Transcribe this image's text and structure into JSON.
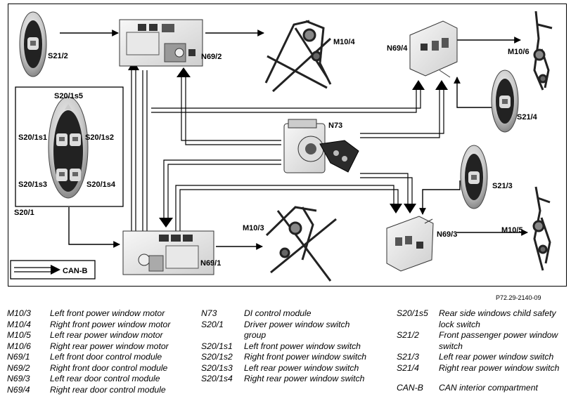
{
  "labels": {
    "s21_2": "S21/2",
    "n69_2": "N69/2",
    "m10_4": "M10/4",
    "n69_4": "N69/4",
    "m10_6": "M10/6",
    "s21_4": "S21/4",
    "s20_1s5": "S20/1s5",
    "s20_1s1": "S20/1s1",
    "s20_1s2": "S20/1s2",
    "s20_1s3": "S20/1s3",
    "s20_1s4": "S20/1s4",
    "s20_1": "S20/1",
    "n73": "N73",
    "s21_3": "S21/3",
    "m10_3": "M10/3",
    "n69_3": "N69/3",
    "m10_5": "M10/5",
    "n69_1": "N69/1",
    "can_b": "CAN-B"
  },
  "reference": "P72.29-2140-09",
  "legend": {
    "col1": [
      {
        "code": "M10/3",
        "desc": "Left front power window motor"
      },
      {
        "code": "M10/4",
        "desc": "Right front power window motor"
      },
      {
        "code": "M10/5",
        "desc": "Left rear power window motor"
      },
      {
        "code": "M10/6",
        "desc": "Right rear power window motor"
      },
      {
        "code": "N69/1",
        "desc": "Left front door control module"
      },
      {
        "code": "N69/2",
        "desc": "Right front door control module"
      },
      {
        "code": "N69/3",
        "desc": "Left rear door control module"
      },
      {
        "code": "N69/4",
        "desc": "Right rear door control module"
      }
    ],
    "col2": [
      {
        "code": "N73",
        "desc": "DI control module",
        "desc2": ""
      },
      {
        "code": "S20/1",
        "desc": "Driver power window switch",
        "desc2": "group"
      },
      {
        "code": "S20/1s1",
        "desc": "Left front power window switch",
        "desc2": ""
      },
      {
        "code": "S20/1s2",
        "desc": "Right front power window switch",
        "desc2": ""
      },
      {
        "code": "S20/1s3",
        "desc": "Left rear power window switch",
        "desc2": ""
      },
      {
        "code": "S20/1s4",
        "desc": "Right rear power window switch",
        "desc2": ""
      }
    ],
    "col3": [
      {
        "code": "S20/1s5",
        "desc": "Rear side windows child safety",
        "desc2": "lock switch"
      },
      {
        "code": "S21/2",
        "desc": "Front passenger power window",
        "desc2": "switch"
      },
      {
        "code": "S21/3",
        "desc": "Left rear power window switch",
        "desc2": ""
      },
      {
        "code": "S21/4",
        "desc": "Right rear power window switch",
        "desc2": ""
      },
      {
        "code": "CAN-B",
        "desc": "CAN interior compartment",
        "desc2": ""
      }
    ]
  }
}
